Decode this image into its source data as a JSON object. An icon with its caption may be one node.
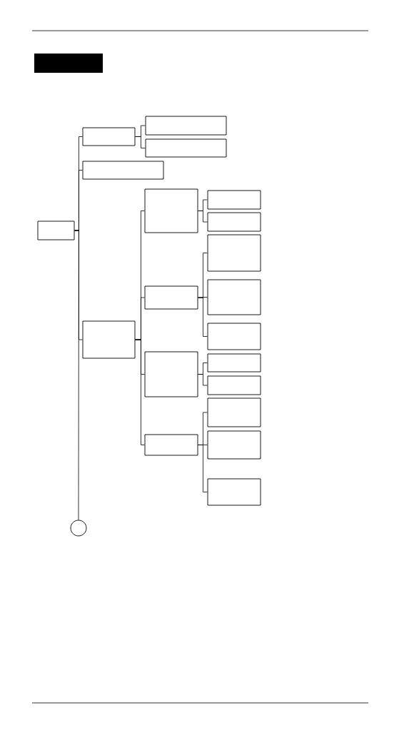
{
  "diagram": {
    "nodes": [
      {
        "text": [],
        "shape": "box"
      },
      {
        "text": [],
        "shape": "box"
      },
      {
        "text": [],
        "shape": "box"
      },
      {
        "text": [],
        "shape": "box"
      },
      {
        "text": [],
        "shape": "box"
      },
      {
        "text": [],
        "shape": "box"
      },
      {
        "text": [],
        "shape": "box"
      },
      {
        "text": [],
        "shape": "box"
      },
      {
        "text": [],
        "shape": "box"
      },
      {
        "text": [],
        "shape": "box"
      },
      {
        "text": [],
        "shape": "box"
      },
      {
        "text": [],
        "shape": "box"
      },
      {
        "text": [],
        "shape": "box"
      },
      {
        "text": [],
        "shape": "box"
      },
      {
        "text": [],
        "shape": "box"
      },
      {
        "text": [],
        "shape": "box"
      },
      {
        "text": [],
        "shape": "box"
      },
      {
        "text": [],
        "shape": "box"
      },
      {
        "text": [],
        "shape": "box"
      },
      {
        "text": [],
        "shape": "box"
      },
      {
        "text": [],
        "shape": "circle"
      }
    ],
    "edges": [
      {
        "from": 0,
        "to": 1,
        "arrow": "none"
      },
      {
        "from": 0,
        "to": 4,
        "arrow": "none"
      },
      {
        "from": 0,
        "to": 5,
        "arrow": "none"
      },
      {
        "from": 0,
        "to": 20,
        "arrow": "none"
      },
      {
        "from": 1,
        "to": 2,
        "arrow": "none"
      },
      {
        "from": 1,
        "to": 3,
        "arrow": "none"
      },
      {
        "from": 5,
        "to": 6,
        "arrow": "none"
      },
      {
        "from": 5,
        "to": 9,
        "arrow": "none"
      },
      {
        "from": 5,
        "to": 13,
        "arrow": "none"
      },
      {
        "from": 5,
        "to": 16,
        "arrow": "none"
      },
      {
        "from": 6,
        "to": 7,
        "arrow": "none"
      },
      {
        "from": 6,
        "to": 8,
        "arrow": "none"
      },
      {
        "from": 9,
        "to": 10,
        "arrow": "none"
      },
      {
        "from": 9,
        "to": 11,
        "arrow": "none"
      },
      {
        "from": 9,
        "to": 12,
        "arrow": "none"
      },
      {
        "from": 13,
        "to": 14,
        "arrow": "none"
      },
      {
        "from": 13,
        "to": 15,
        "arrow": "none"
      },
      {
        "from": 16,
        "to": 17,
        "arrow": "none"
      },
      {
        "from": 16,
        "to": 18,
        "arrow": "none"
      },
      {
        "from": 16,
        "to": 19,
        "arrow": "none"
      }
    ]
  }
}
